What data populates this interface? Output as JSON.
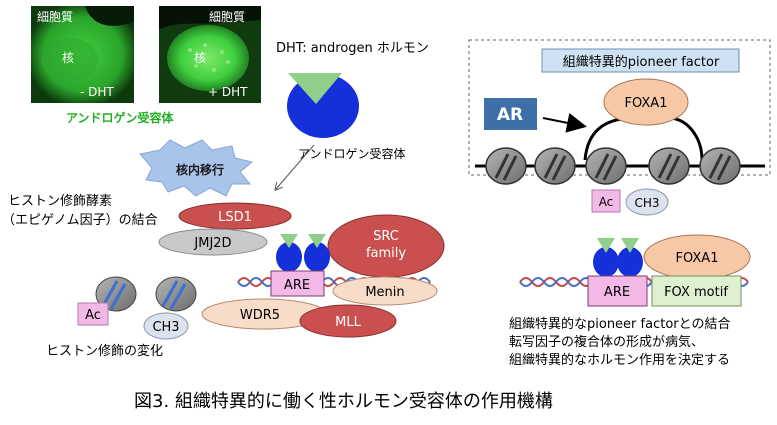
{
  "micrographs": {
    "left": {
      "cytoplasm": "細胞質",
      "nucleus": "核",
      "condition": "- DHT"
    },
    "right": {
      "cytoplasm": "細胞質",
      "nucleus": "核",
      "condition": "+ DHT"
    },
    "caption": "アンドロゲン受容体"
  },
  "dht_label": "DHT: androgen ホルモン",
  "receptor_label": "アンドロゲン受容体",
  "translocation_label": "核内移行",
  "histone_enzymes_label_1": "ヒストン修飾酵素",
  "histone_enzymes_label_2": "（エピゲノム因子）の結合",
  "factors": {
    "lsd1": "LSD1",
    "jmj2d": "JMJ2D",
    "src_1": "SRC",
    "src_2": "family",
    "are": "ARE",
    "menin": "Menin",
    "wdr5": "WDR5",
    "mll": "MLL"
  },
  "marks": {
    "ac": "Ac",
    "ch3": "CH3"
  },
  "histone_mod_label": "ヒストン修飾の変化",
  "pioneer": {
    "title": "組織特異的pioneer factor",
    "ar": "AR",
    "foxa1_top": "FOXA1",
    "ac": "Ac",
    "ch3": "CH3",
    "foxa1_bottom": "FOXA1",
    "are": "ARE",
    "fox_motif": "FOX motif",
    "desc_1": "組織特異的なpioneer factorとの結合",
    "desc_2": "転写因子の複合体の形成が病気、",
    "desc_3": "組織特異的なホルモン作用を決定する"
  },
  "figure_caption": "図3. 組織特異的に働く性ホルモン受容体の作用機構",
  "colors": {
    "green_fluor": "#3fcf3f",
    "receptor_blue": "#1530d8",
    "ligand_green": "#8fcf8a",
    "lsd1_red": "#c9504f",
    "jmj2d_gray": "#c8c8c8",
    "menin_peach": "#f6dcc9",
    "are_pink": "#f2b8e6",
    "foxa1_peach": "#f6c8a6",
    "ar_blue": "#3f6fa8",
    "pioneer_box": "#cfe2f3",
    "starburst": "#a9c4ea"
  }
}
